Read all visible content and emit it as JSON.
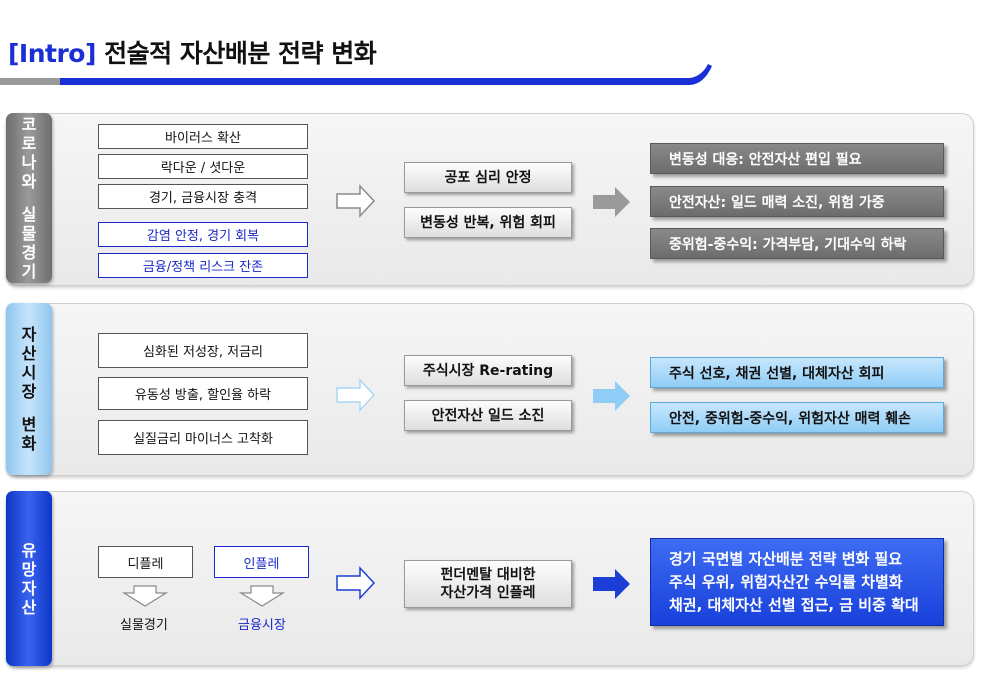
{
  "title": {
    "intro": "[Intro]",
    "main": "전술적 자산배분 전략 변화"
  },
  "colors": {
    "accent_blue": "#1b2fd6",
    "gray": "#6c6c6c",
    "light_blue": "#8fcdf6",
    "strong_blue": "#1840db"
  },
  "rows": [
    {
      "side_label_lines": [
        "코",
        "로",
        "나",
        "와",
        "",
        "실",
        "물",
        "경",
        "기"
      ],
      "inputs": [
        "바이러스 확산",
        "락다운 / 셧다운",
        "경기, 금융시장 충격",
        "감염 안정, 경기 회복",
        "금융/정책 리스크 잔존"
      ],
      "middle": [
        "공포 심리 안정",
        "변동성 반복, 위험 회피"
      ],
      "results": [
        "변동성 대응: 안전자산 편입 필요",
        "안전자산: 일드 매력 소진, 위험 가중",
        "중위험-중수익: 가격부담, 기대수익 하락"
      ]
    },
    {
      "side_label_lines": [
        "자",
        "산",
        "시",
        "장",
        "",
        "변",
        "화"
      ],
      "inputs": [
        "심화된 저성장, 저금리",
        "유동성 방출, 할인율 하락",
        "실질금리 마이너스 고착화"
      ],
      "middle": [
        "주식시장 Re-rating",
        "안전자산 일드 소진"
      ],
      "results": [
        "주식 선호, 채권 선별, 대체자산 회피",
        "안전, 중위험-중수익, 위험자산 매력 훼손"
      ]
    },
    {
      "side_label_lines": [
        "유",
        "망",
        "자",
        "산"
      ],
      "inputs": [
        "디플레",
        "인플레"
      ],
      "input_outcomes": [
        "실물경기",
        "금융시장"
      ],
      "middle": [
        "펀더멘탈 대비한",
        "자산가격 인플레"
      ],
      "results": [
        "경기 국면별 자산배분 전략 변화 필요",
        "주식 우위, 위험자산간 수익률 차별화",
        "채권, 대체자산 선별 접근, 금 비중 확대"
      ]
    }
  ]
}
